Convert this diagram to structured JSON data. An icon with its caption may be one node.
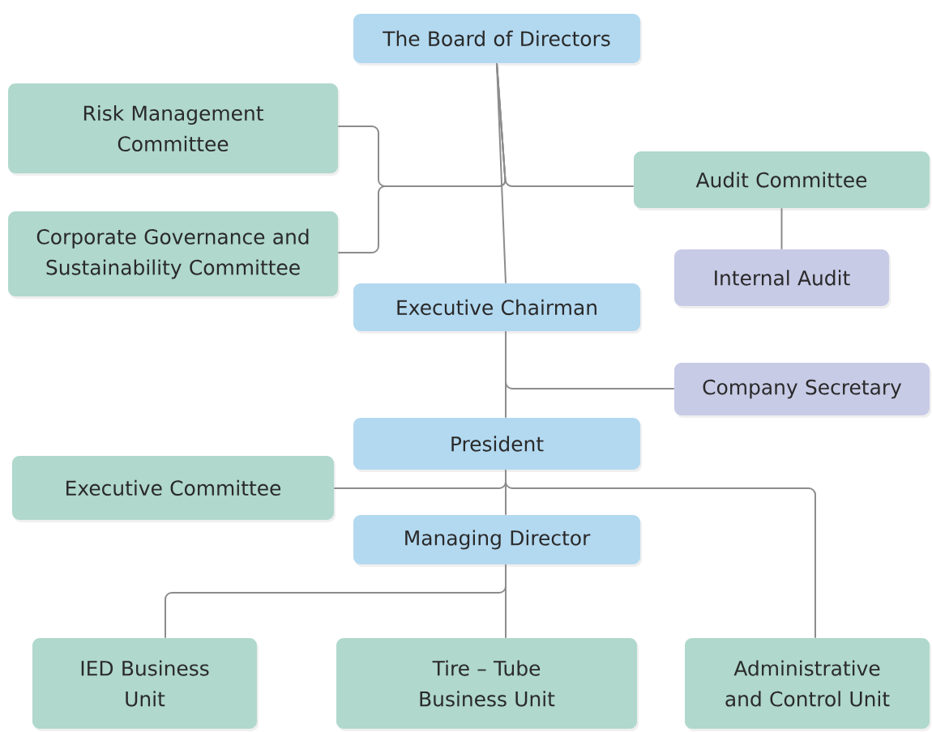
{
  "diagram": {
    "nodes": [
      {
        "text": [
          "The Board of Directors"
        ]
      },
      {
        "text": [
          "Risk Management Committee"
        ]
      },
      {
        "text": [
          "Corporate Governance and Sustainability Committee"
        ]
      },
      {
        "text": [
          "Audit Committee"
        ]
      },
      {
        "text": [
          "Internal Audit"
        ]
      },
      {
        "text": [
          "Executive Chairman"
        ]
      },
      {
        "text": [
          "Company Secretary"
        ]
      },
      {
        "text": [
          "President"
        ]
      },
      {
        "text": [
          "Executive Committee"
        ]
      },
      {
        "text": [
          "Managing Director"
        ]
      },
      {
        "text": [
          "IED Business Unit"
        ]
      },
      {
        "text": [
          "Tire – Tube Business Unit"
        ]
      },
      {
        "text": [
          "Administrative and Control Unit"
        ]
      }
    ],
    "edges": [
      {
        "from": 0,
        "to": 1,
        "arrow": "none"
      },
      {
        "from": 0,
        "to": 2,
        "arrow": "none"
      },
      {
        "from": 0,
        "to": 3,
        "arrow": "none"
      },
      {
        "from": 0,
        "to": 5,
        "arrow": "none"
      },
      {
        "from": 3,
        "to": 4,
        "arrow": "none"
      },
      {
        "from": 5,
        "to": 6,
        "arrow": "none"
      },
      {
        "from": 5,
        "to": 7,
        "arrow": "none"
      },
      {
        "from": 7,
        "to": 8,
        "arrow": "none"
      },
      {
        "from": 7,
        "to": 12,
        "arrow": "none"
      },
      {
        "from": 7,
        "to": 9,
        "arrow": "none"
      },
      {
        "from": 9,
        "to": 10,
        "arrow": "none"
      },
      {
        "from": 9,
        "to": 11,
        "arrow": "none"
      }
    ]
  }
}
